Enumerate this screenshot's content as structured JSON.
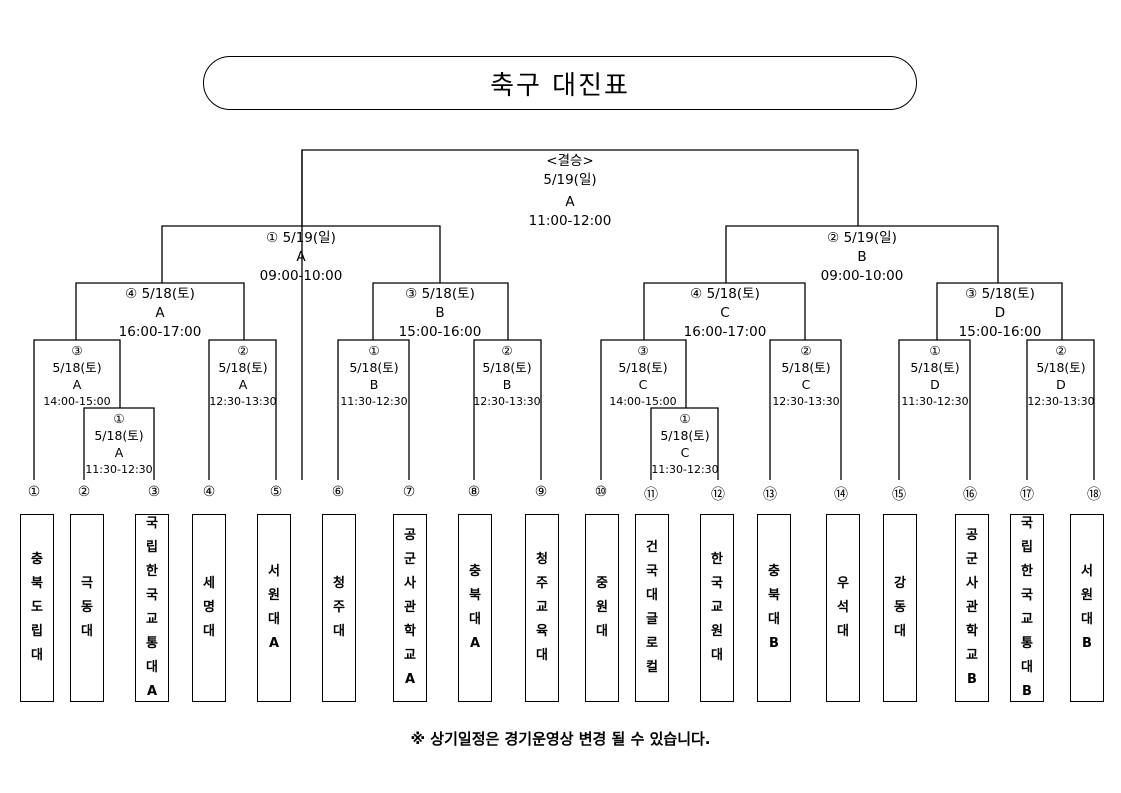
{
  "title": "축구 대진표",
  "final": {
    "label": "<결승>",
    "date": "5/19(일)",
    "venue": "A",
    "time": "11:00-12:00"
  },
  "semis": {
    "left": {
      "no": "①",
      "date": "5/19(일)",
      "venue": "A",
      "time": "09:00-10:00"
    },
    "right": {
      "no": "②",
      "date": "5/19(일)",
      "venue": "B",
      "time": "09:00-10:00"
    }
  },
  "quarters": {
    "q1": {
      "no": "④",
      "date": "5/18(토)",
      "venue": "A",
      "time": "16:00-17:00"
    },
    "q2": {
      "no": "③",
      "date": "5/18(토)",
      "venue": "B",
      "time": "15:00-16:00"
    },
    "q3": {
      "no": "④",
      "date": "5/18(토)",
      "venue": "C",
      "time": "16:00-17:00"
    },
    "q4": {
      "no": "③",
      "date": "5/18(토)",
      "venue": "D",
      "time": "15:00-16:00"
    }
  },
  "r16": {
    "a": {
      "no": "③",
      "date": "5/18(토)",
      "venue": "A",
      "time": "14:00-15:00"
    },
    "b": {
      "no": "②",
      "date": "5/18(토)",
      "venue": "A",
      "time": "12:30-13:30"
    },
    "c": {
      "no": "①",
      "date": "5/18(토)",
      "venue": "B",
      "time": "11:30-12:30"
    },
    "d": {
      "no": "②",
      "date": "5/18(토)",
      "venue": "B",
      "time": "12:30-13:30"
    },
    "e": {
      "no": "③",
      "date": "5/18(토)",
      "venue": "C",
      "time": "14:00-15:00"
    },
    "f": {
      "no": "②",
      "date": "5/18(토)",
      "venue": "C",
      "time": "12:30-13:30"
    },
    "g": {
      "no": "①",
      "date": "5/18(토)",
      "venue": "D",
      "time": "11:30-12:30"
    },
    "h": {
      "no": "②",
      "date": "5/18(토)",
      "venue": "D",
      "time": "12:30-13:30"
    }
  },
  "prelims": {
    "a": {
      "no": "①",
      "date": "5/18(토)",
      "venue": "A",
      "time": "11:30-12:30"
    },
    "c": {
      "no": "①",
      "date": "5/18(토)",
      "venue": "C",
      "time": "11:30-12:30"
    }
  },
  "seeds": [
    "①",
    "②",
    "③",
    "④",
    "⑤",
    "⑥",
    "⑦",
    "⑧",
    "⑨",
    "⑩",
    "⑪",
    "⑫",
    "⑬",
    "⑭",
    "⑮",
    "⑯",
    "⑰",
    "⑱"
  ],
  "teams": [
    "충북도립대",
    "극동대",
    "국립한국교통대A",
    "세명대",
    "서원대A",
    "청주대",
    "공군사관학교A",
    "충북대A",
    "청주교육대",
    "중원대",
    "건국대글로컬",
    "한국교원대",
    "충북대B",
    "우석대",
    "강동대",
    "공군사관학교B",
    "국립한국교통대B",
    "서원대B"
  ],
  "footnote": "※ 상기일정은 경기운영상 변경 될 수 있습니다."
}
